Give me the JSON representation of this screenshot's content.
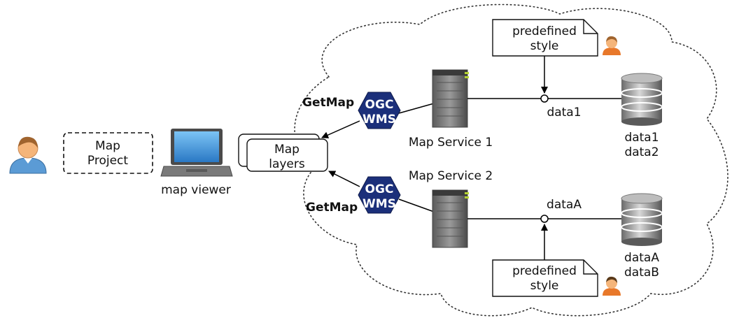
{
  "user_label": "",
  "map_project": {
    "line1": "Map",
    "line2": "Project"
  },
  "map_viewer": {
    "label": "map viewer"
  },
  "map_layers": {
    "line1": "Map",
    "line2": "layers"
  },
  "getmap_label": "GetMap",
  "ogc_wms": {
    "line1": "OGC",
    "line2": "WMS"
  },
  "service1": {
    "label": "Map Service 1",
    "data_label": "data1"
  },
  "service2": {
    "label": "Map Service 2",
    "data_label": "dataA"
  },
  "db1": {
    "line1": "data1",
    "line2": "data2"
  },
  "db2": {
    "line1": "dataA",
    "line2": "dataB"
  },
  "style_note": {
    "line1": "predefined",
    "line2": "style"
  },
  "colors": {
    "wms_hex": "#1b2f7a",
    "server_gray": "#777777",
    "laptop_screen": "#3a8fd8",
    "person_skin": "#f5b57a",
    "person_shirt_blue": "#5b9bd5",
    "person_shirt_orange": "#e8782a"
  },
  "icons": [
    "person-icon",
    "laptop-icon",
    "server-icon",
    "database-icon",
    "document-note-icon"
  ]
}
